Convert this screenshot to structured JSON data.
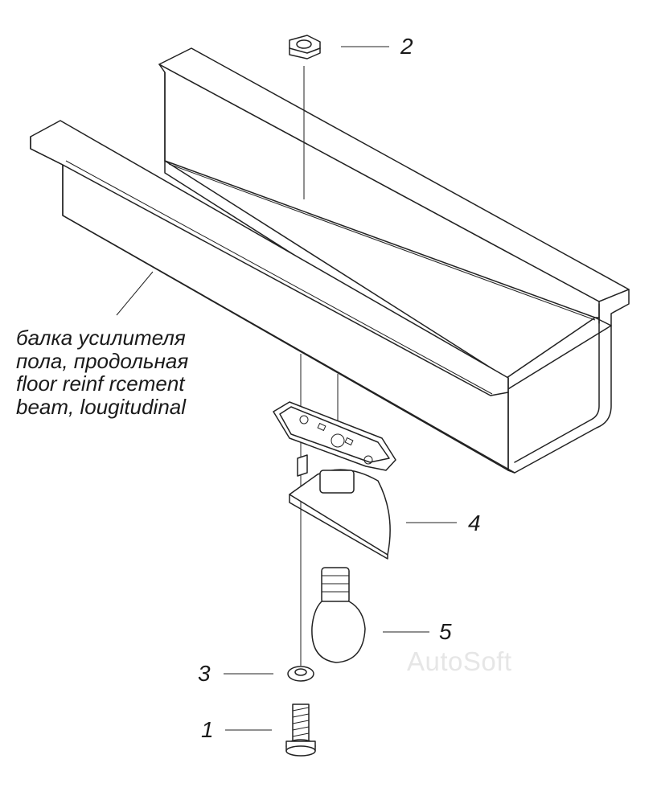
{
  "callouts": {
    "part_1": "1",
    "part_2": "2",
    "part_3": "3",
    "part_4": "4",
    "part_5": "5"
  },
  "beam_label": {
    "line1": "балка усилителя",
    "line2": "пола, продольная",
    "line3": "floor  reinf rcement",
    "line4": "beam, lougitudinal"
  },
  "watermark": "AutoSoft"
}
